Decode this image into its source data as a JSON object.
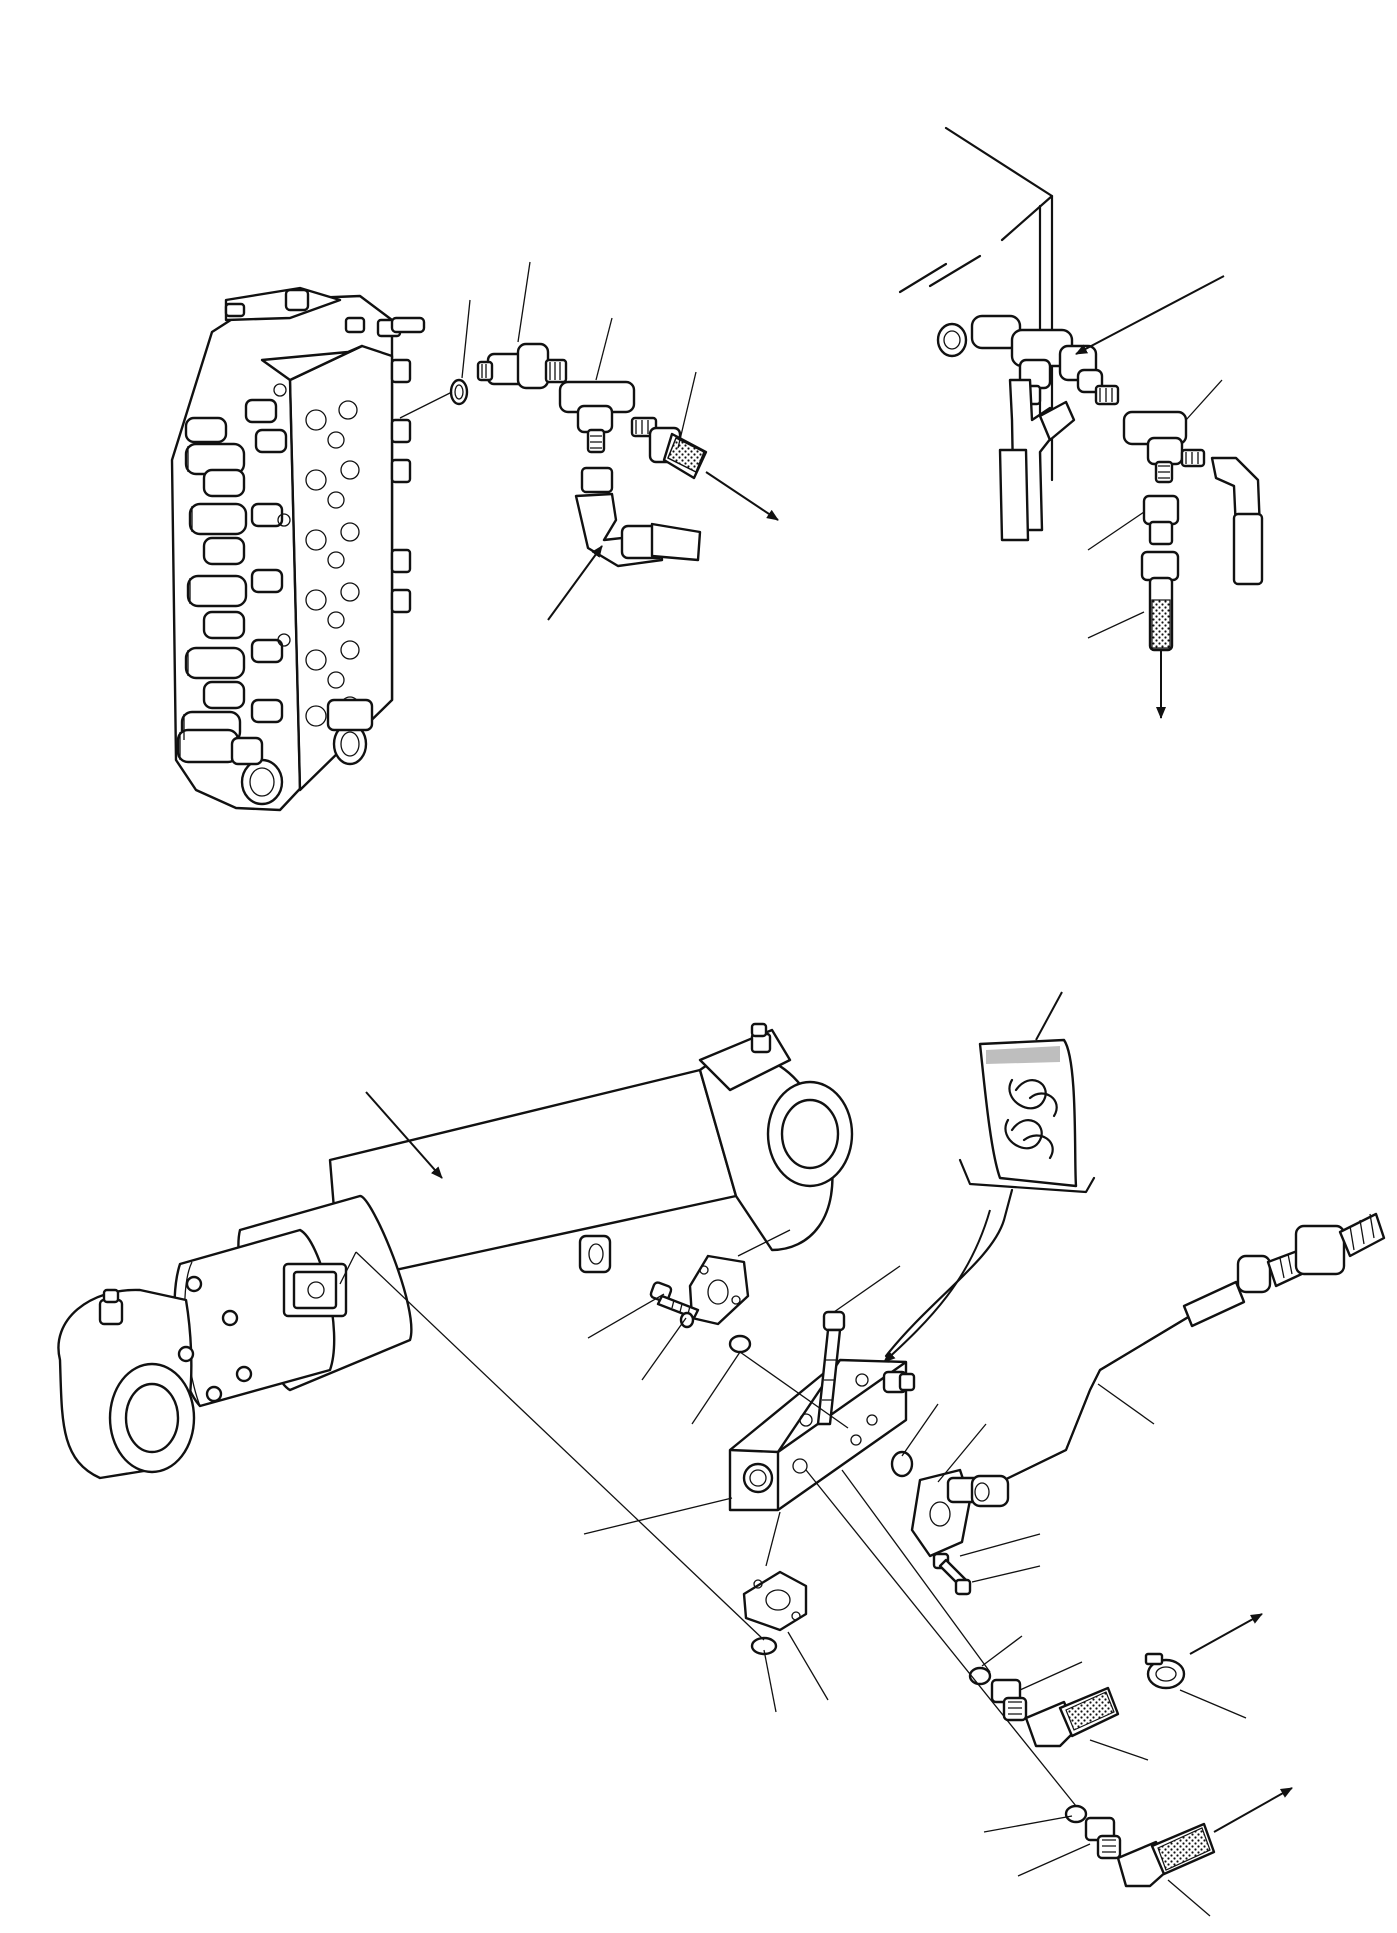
{
  "figure": {
    "background": "#ffffff",
    "ink": "#111111",
    "views": [
      {
        "id": "control-valve-tee-assembly"
      },
      {
        "id": "manifold-tee-assembly"
      },
      {
        "id": "boom-cylinder-safety-valve-assembly"
      }
    ],
    "decal_icon": "oring-kit-bag-icon"
  }
}
